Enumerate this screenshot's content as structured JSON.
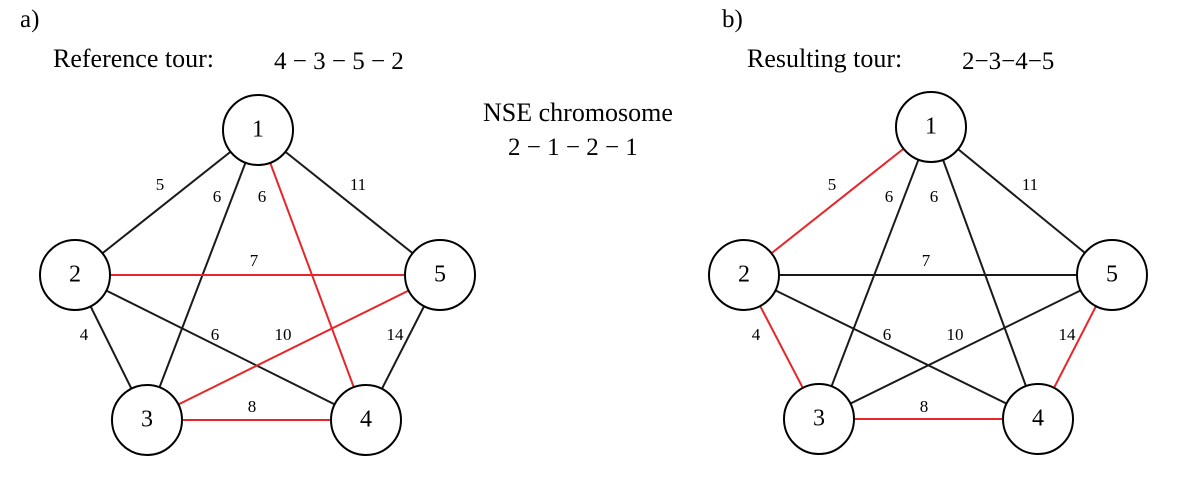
{
  "panel_a": {
    "label": "a)",
    "tour_label": "Reference tour:",
    "tour_value": "4 − 3 − 5 − 2"
  },
  "panel_b": {
    "label": "b)",
    "tour_label": "Resulting tour:",
    "tour_value": "2−3−4−5"
  },
  "center": {
    "title": "NSE chromosome",
    "value": "2 − 1 − 2 − 1"
  },
  "colors": {
    "tour_edge": "#e8262a",
    "edge": "#1a1a1a"
  },
  "nodes": [
    "1",
    "2",
    "3",
    "4",
    "5"
  ],
  "graph_a": {
    "edges": [
      {
        "from": "1",
        "to": "2",
        "weight": "5",
        "tour": false
      },
      {
        "from": "1",
        "to": "3",
        "weight": "6",
        "tour": false
      },
      {
        "from": "1",
        "to": "4",
        "weight": "6",
        "tour": true
      },
      {
        "from": "1",
        "to": "5",
        "weight": "11",
        "tour": false
      },
      {
        "from": "2",
        "to": "5",
        "weight": "7",
        "tour": true
      },
      {
        "from": "2",
        "to": "3",
        "weight": "4",
        "tour": false
      },
      {
        "from": "2",
        "to": "4",
        "weight": "6",
        "tour": false
      },
      {
        "from": "3",
        "to": "5",
        "weight": "10",
        "tour": true
      },
      {
        "from": "3",
        "to": "4",
        "weight": "8",
        "tour": true
      },
      {
        "from": "5",
        "to": "4",
        "weight": "14",
        "tour": false
      }
    ]
  },
  "graph_b": {
    "edges": [
      {
        "from": "1",
        "to": "2",
        "weight": "5",
        "tour": true
      },
      {
        "from": "1",
        "to": "3",
        "weight": "6",
        "tour": false
      },
      {
        "from": "1",
        "to": "4",
        "weight": "6",
        "tour": false
      },
      {
        "from": "1",
        "to": "5",
        "weight": "11",
        "tour": false
      },
      {
        "from": "2",
        "to": "5",
        "weight": "7",
        "tour": false
      },
      {
        "from": "2",
        "to": "3",
        "weight": "4",
        "tour": true
      },
      {
        "from": "2",
        "to": "4",
        "weight": "6",
        "tour": false
      },
      {
        "from": "3",
        "to": "5",
        "weight": "10",
        "tour": false
      },
      {
        "from": "3",
        "to": "4",
        "weight": "8",
        "tour": true
      },
      {
        "from": "5",
        "to": "4",
        "weight": "14",
        "tour": true
      }
    ]
  }
}
